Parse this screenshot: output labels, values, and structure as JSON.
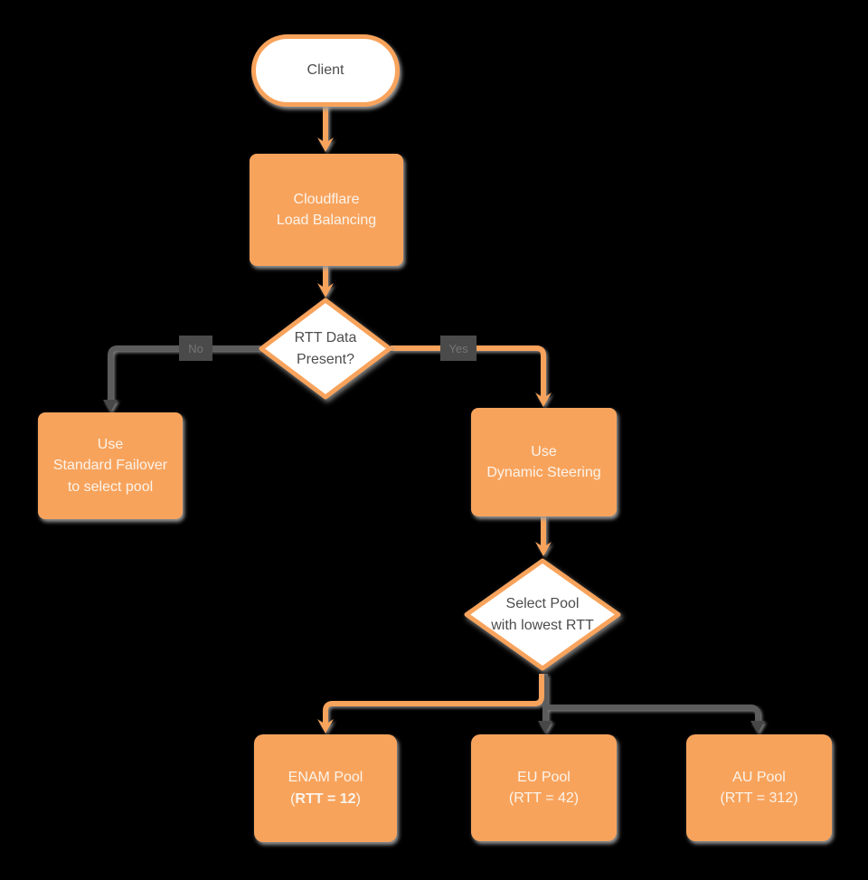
{
  "diagram": {
    "title": "Cloudflare Load Balancing dynamic steering flowchart",
    "colors": {
      "background": "#000000",
      "node_orange": "#F8A35C",
      "node_white": "#FFFFFF",
      "edge_gray": "#5C5C5C",
      "arrow_dark_gray": "#474747",
      "text_light": "#FBF4EB",
      "text_dark": "#4D4D4D",
      "label_bg": "#4A4A4A",
      "label_text": "#757575",
      "shadow_gray": "#9A9A9A"
    },
    "nodes": {
      "client": {
        "label": "Client"
      },
      "load_balancer": {
        "line1": "Cloudflare",
        "line2": "Load Balancing"
      },
      "rtt_decision": {
        "line1": "RTT Data",
        "line2": "Present?"
      },
      "standard_failover": {
        "line1": "Use",
        "line2": "Standard Failover",
        "line3": "to select pool"
      },
      "dynamic_steering": {
        "line1": "Use",
        "line2": "Dynamic Steering"
      },
      "select_pool": {
        "line1": "Select Pool",
        "line2": "with lowest RTT"
      },
      "enam_pool": {
        "line1": "ENAM Pool",
        "line2_open": "(",
        "line2_bold": "RTT = 12",
        "line2_close": ")"
      },
      "eu_pool": {
        "line1": "EU Pool",
        "line2": "(RTT = 42)"
      },
      "au_pool": {
        "line1": "AU Pool",
        "line2": "(RTT = 312)"
      }
    },
    "edge_labels": {
      "no": "No",
      "yes": "Yes"
    }
  }
}
